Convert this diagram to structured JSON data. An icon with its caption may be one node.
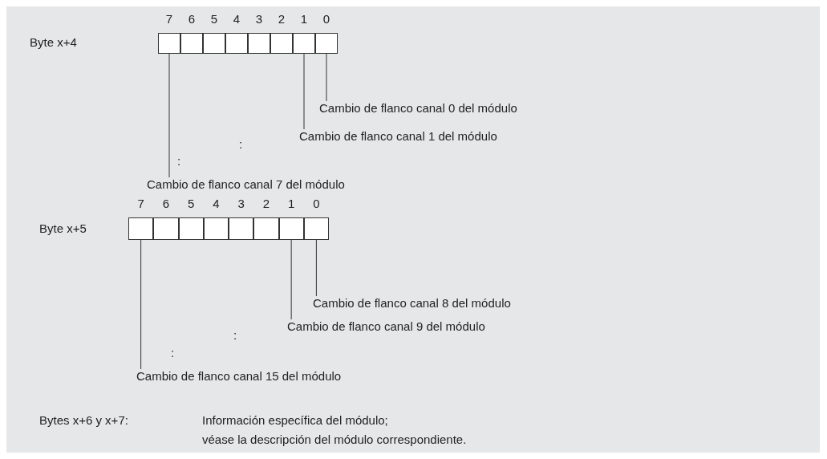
{
  "diagram": {
    "nodes": [
      {
        "text": [],
        "shape": "box",
        "beside": [
          "7"
        ]
      },
      {
        "text": [],
        "shape": "box",
        "beside": [
          "6"
        ]
      },
      {
        "text": [],
        "shape": "box",
        "beside": [
          "5"
        ]
      },
      {
        "text": [],
        "shape": "box",
        "beside": [
          "4"
        ]
      },
      {
        "text": [],
        "shape": "box",
        "beside": [
          "3"
        ]
      },
      {
        "text": [],
        "shape": "box",
        "beside": [
          "2"
        ]
      },
      {
        "text": [],
        "shape": "box",
        "beside": [
          "1"
        ]
      },
      {
        "text": [],
        "shape": "box",
        "beside": [
          "0"
        ]
      },
      {
        "text": [
          "Cambio de flanco canal 0 del módulo"
        ]
      },
      {
        "text": [
          "Cambio de flanco canal 1 del módulo"
        ]
      },
      {
        "text": [
          "Cambio de flanco canal 7 del módulo"
        ]
      },
      {
        "text": [],
        "shape": "box",
        "beside": [
          "7"
        ]
      },
      {
        "text": [],
        "shape": "box",
        "beside": [
          "6"
        ]
      },
      {
        "text": [],
        "shape": "box",
        "beside": [
          "5"
        ]
      },
      {
        "text": [],
        "shape": "box",
        "beside": [
          "4"
        ]
      },
      {
        "text": [],
        "shape": "box",
        "beside": [
          "3"
        ]
      },
      {
        "text": [],
        "shape": "box",
        "beside": [
          "2"
        ]
      },
      {
        "text": [],
        "shape": "box",
        "beside": [
          "1"
        ]
      },
      {
        "text": [],
        "shape": "box",
        "beside": [
          "0"
        ]
      },
      {
        "text": [
          "Cambio de flanco canal 8 del módulo"
        ]
      },
      {
        "text": [
          "Cambio de flanco canal 9 del módulo"
        ]
      },
      {
        "text": [
          "Cambio de flanco canal 15 del módulo"
        ]
      }
    ],
    "edges": [
      {
        "from": 8,
        "to": 7,
        "arrow": "none"
      },
      {
        "from": 9,
        "to": 6,
        "arrow": "none"
      },
      {
        "from": 10,
        "to": 0,
        "arrow": "none"
      },
      {
        "from": 19,
        "to": 18,
        "arrow": "none"
      },
      {
        "from": 20,
        "to": 17,
        "arrow": "none"
      },
      {
        "from": 21,
        "to": 11,
        "arrow": "none"
      }
    ],
    "labels": [
      "Byte x+4",
      ":",
      ":",
      "Byte x+5",
      ":",
      ":",
      "Bytes x+6 y x+7:",
      "Información específica del módulo;",
      "véase la descripción del módulo correspondiente."
    ]
  }
}
